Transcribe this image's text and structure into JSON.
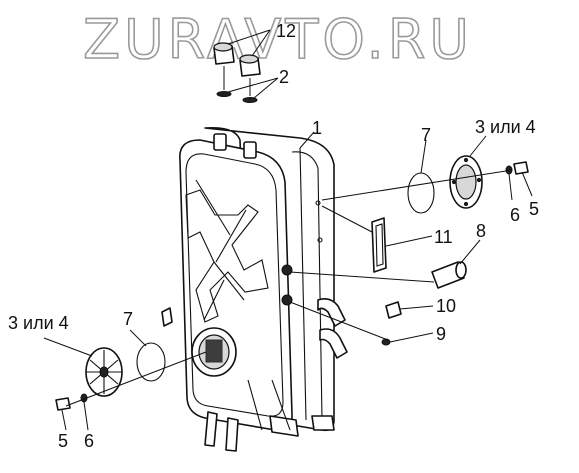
{
  "watermark": "ZURAVTO.RU",
  "callouts": {
    "c1": "1",
    "c2": "2",
    "c12": "12",
    "c7_right": "7",
    "c3or4_right": "3 или 4",
    "c6_right": "6",
    "c5_right": "5",
    "c11": "11",
    "c8": "8",
    "c10": "10",
    "c9": "9",
    "c3or4_left": "3 или 4",
    "c7_left": "7",
    "c5_left": "5",
    "c6_left": "6"
  }
}
